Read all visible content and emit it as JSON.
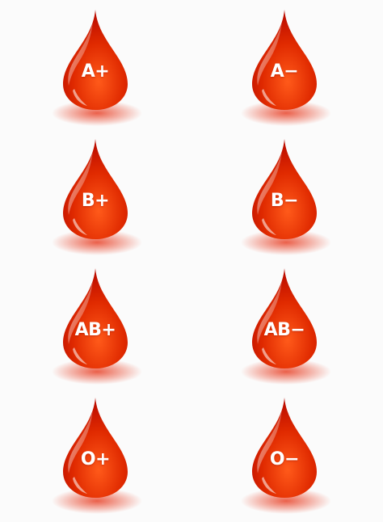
{
  "colors": {
    "background": "#fbfbfb",
    "drop_dark": "#b80a00",
    "drop_mid": "#e02a00",
    "drop_light": "#ff5a1a",
    "shadow": "#e8442a",
    "label": "#ffffff"
  },
  "drops": [
    {
      "label": "A+",
      "icon": "blood-drop-icon"
    },
    {
      "label": "A−",
      "icon": "blood-drop-icon"
    },
    {
      "label": "B+",
      "icon": "blood-drop-icon"
    },
    {
      "label": "B−",
      "icon": "blood-drop-icon"
    },
    {
      "label": "AB+",
      "icon": "blood-drop-icon"
    },
    {
      "label": "AB−",
      "icon": "blood-drop-icon"
    },
    {
      "label": "O+",
      "icon": "blood-drop-icon"
    },
    {
      "label": "O−",
      "icon": "blood-drop-icon"
    }
  ]
}
